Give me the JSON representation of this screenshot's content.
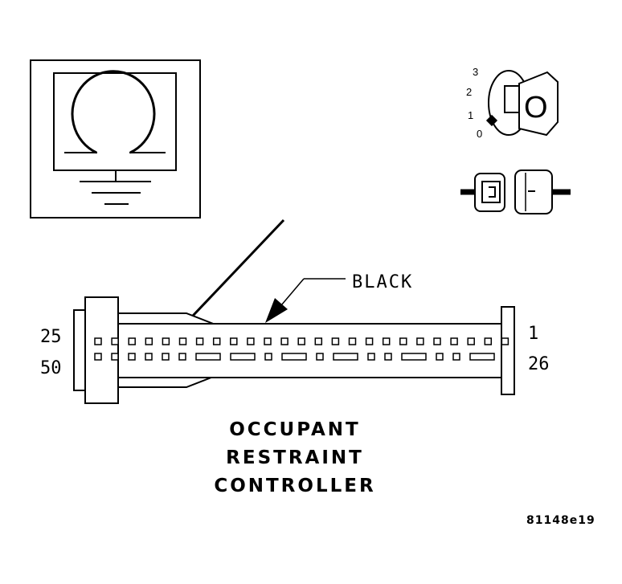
{
  "ignition_positions": [
    "3",
    "2",
    "1",
    "0"
  ],
  "key_letter": "O",
  "wire_color_label": "BLACK",
  "pin_labels": {
    "top_left": "25",
    "bottom_left": "50",
    "top_right": "1",
    "bottom_right": "26"
  },
  "component_title": [
    "OCCUPANT",
    "RESTRAINT",
    "CONTROLLER"
  ],
  "figure_id": "81148e19",
  "colors": {
    "ink": "#000000",
    "paper": "#ffffff"
  }
}
